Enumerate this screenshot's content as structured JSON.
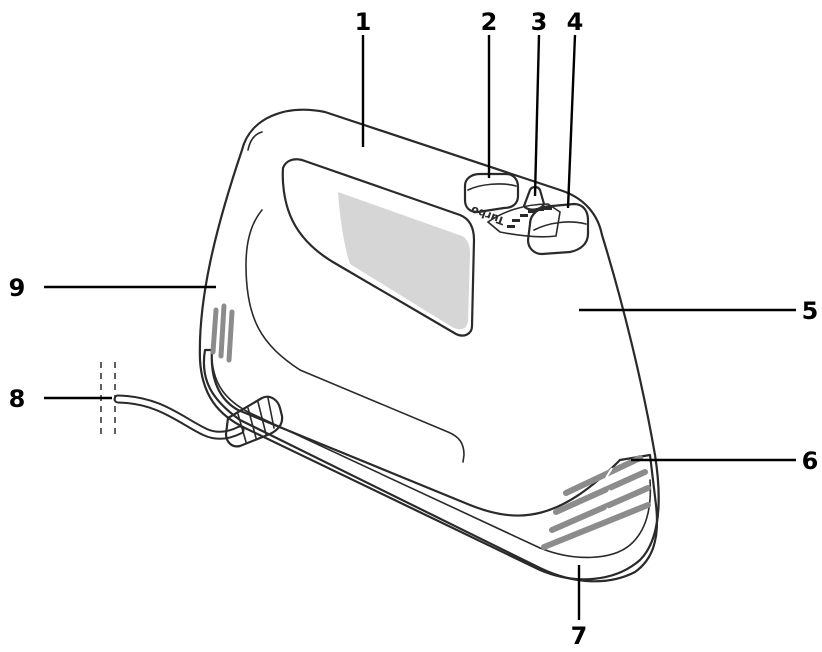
{
  "figure": {
    "callouts": [
      {
        "id": "1",
        "label": "1"
      },
      {
        "id": "2",
        "label": "2"
      },
      {
        "id": "3",
        "label": "3"
      },
      {
        "id": "4",
        "label": "4"
      },
      {
        "id": "5",
        "label": "5"
      },
      {
        "id": "6",
        "label": "6"
      },
      {
        "id": "7",
        "label": "7"
      },
      {
        "id": "8",
        "label": "8"
      },
      {
        "id": "9",
        "label": "9"
      }
    ],
    "dial_text": "Turbo",
    "colors": {
      "body_fill": "#ffffff",
      "shadow_fill": "#dcdcdc",
      "outline": "#2a2a2a",
      "vent_gray": "#8c8c8c",
      "label_color": "#000000"
    }
  }
}
